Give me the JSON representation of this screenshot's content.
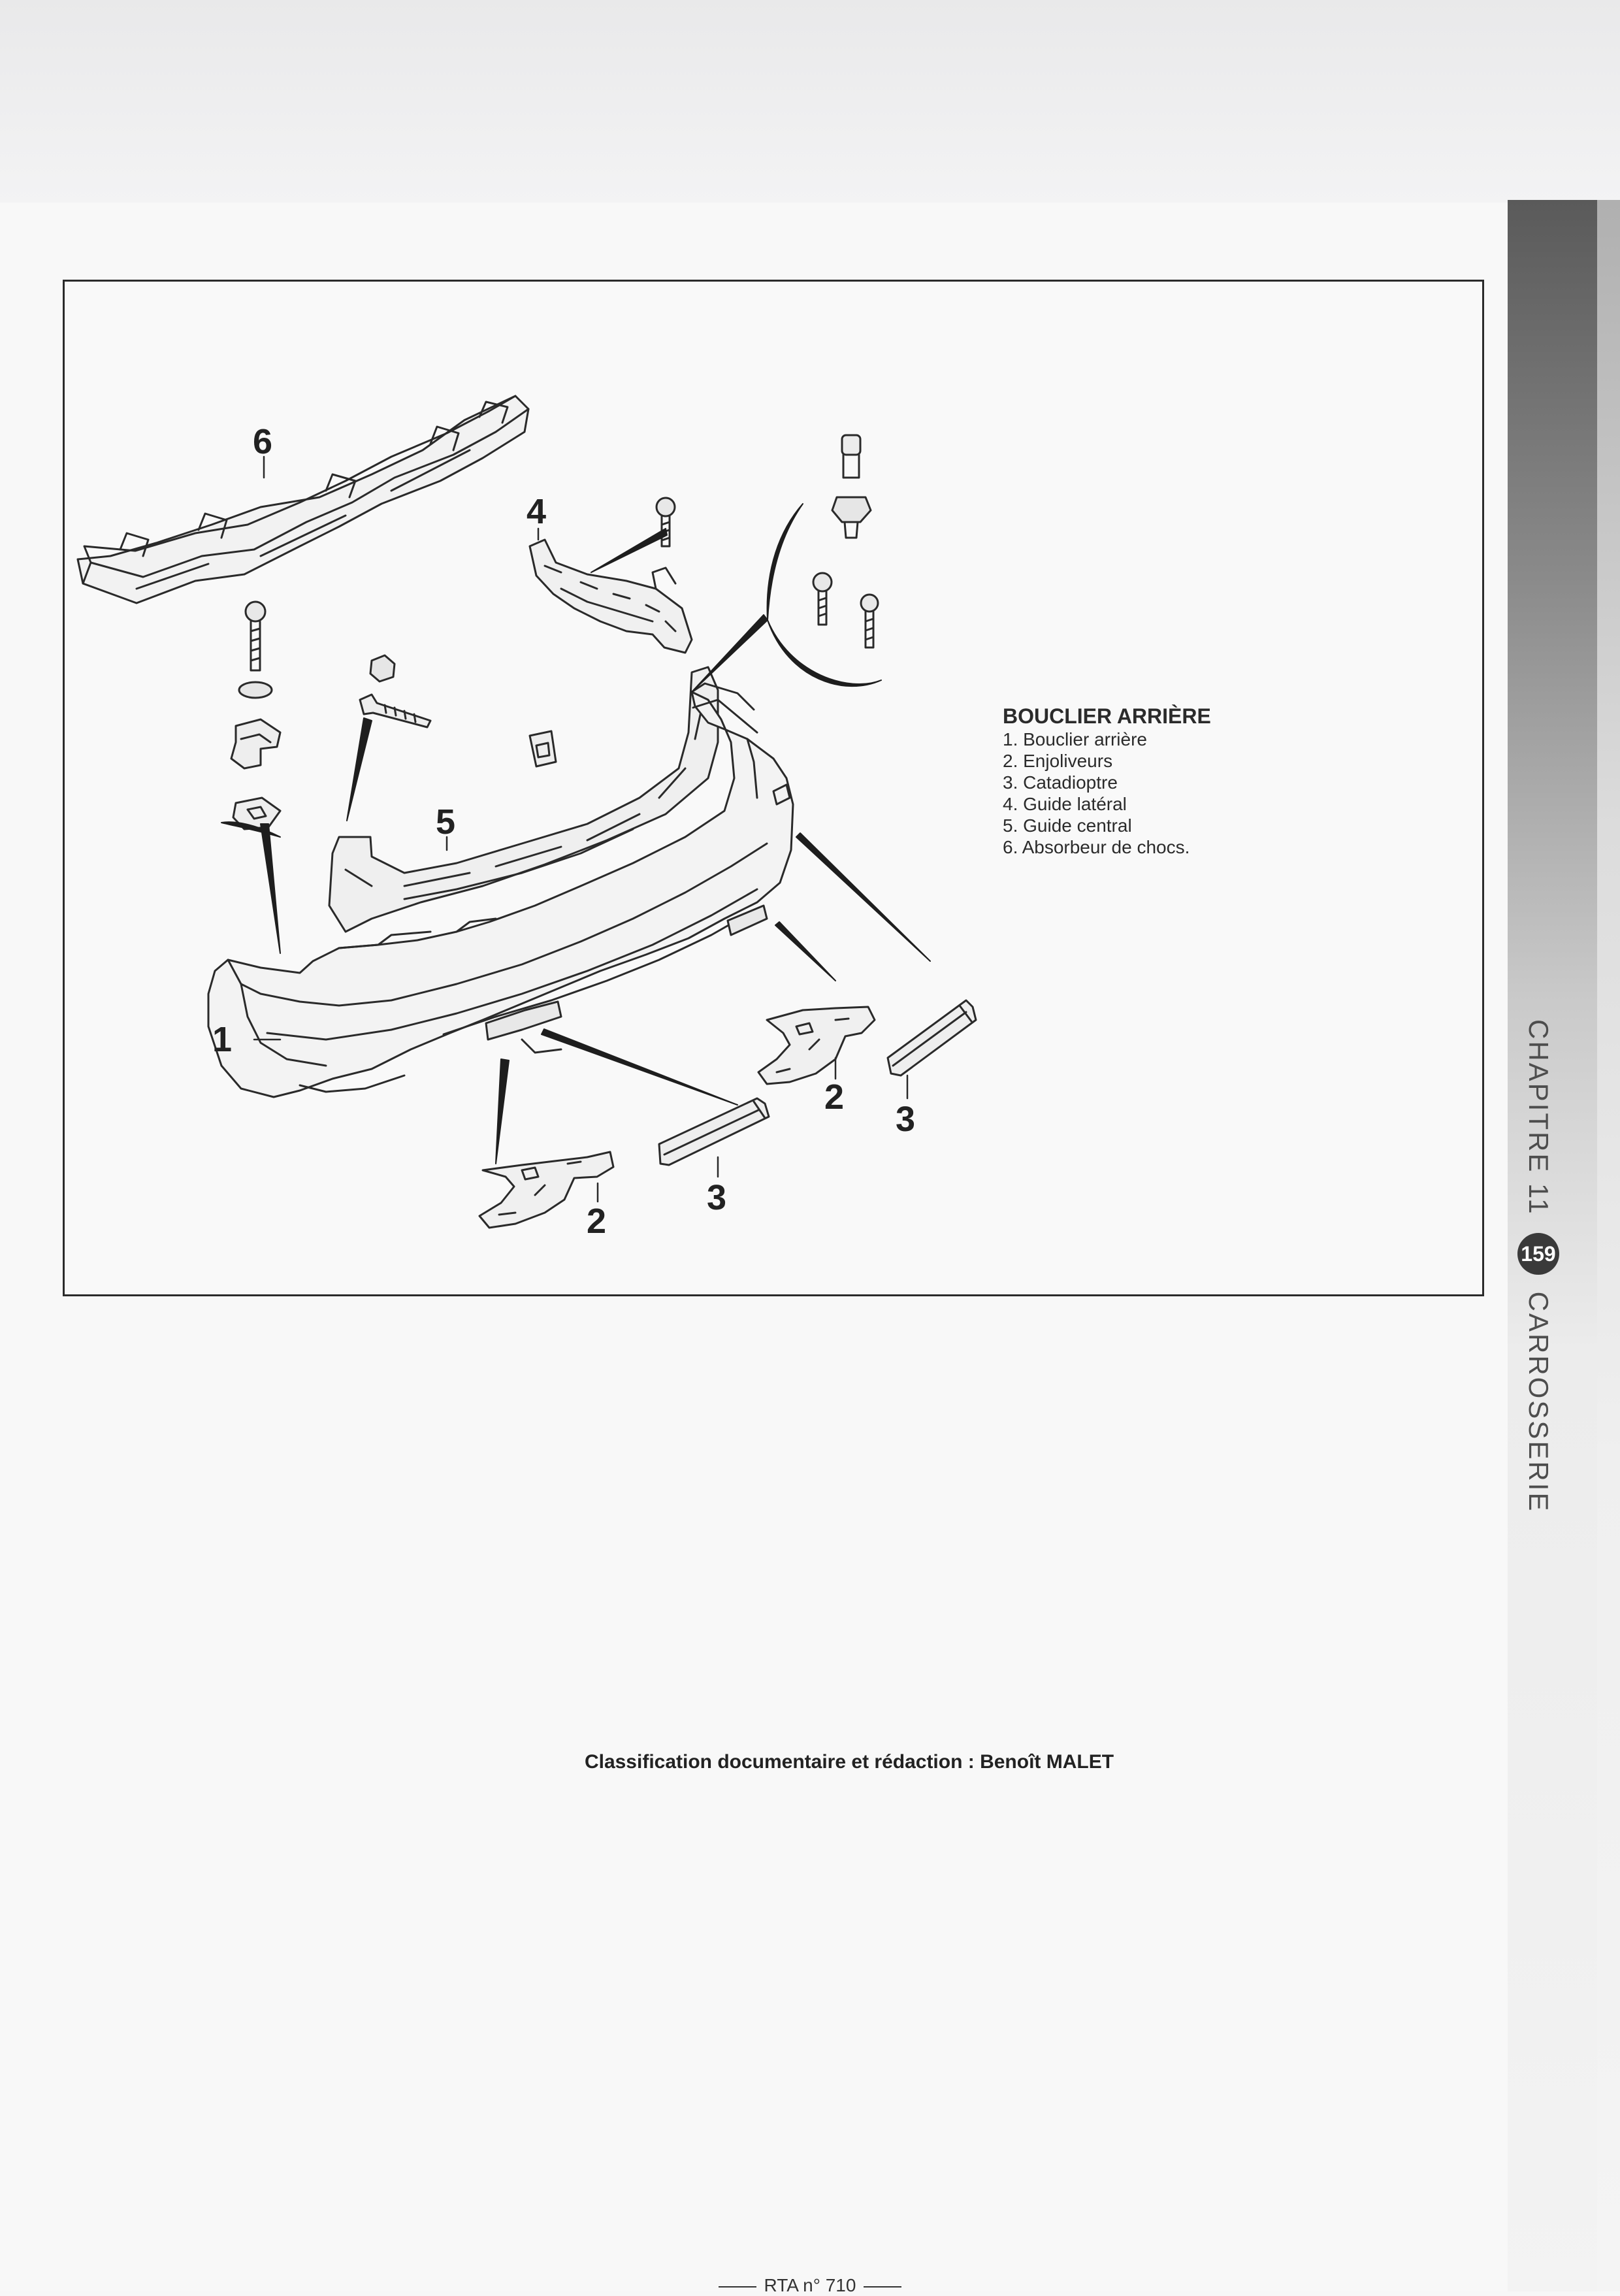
{
  "diagram": {
    "title": "BOUCLIER ARRIÈRE",
    "legend": [
      "1. Bouclier arrière",
      "2. Enjoliveurs",
      "3. Catadioptre",
      "4. Guide latéral",
      "5. Guide central",
      "6. Absorbeur de chocs."
    ],
    "callouts": [
      "1",
      "2",
      "2",
      "3",
      "3",
      "4",
      "5",
      "6"
    ]
  },
  "credit": "Classification documentaire et rédaction : Benoît MALET",
  "footer": {
    "folio": "RTA n° 710"
  },
  "spine": {
    "chapter": "CHAPITRE 11",
    "page_number": "159",
    "section": "CARROSSERIE"
  }
}
